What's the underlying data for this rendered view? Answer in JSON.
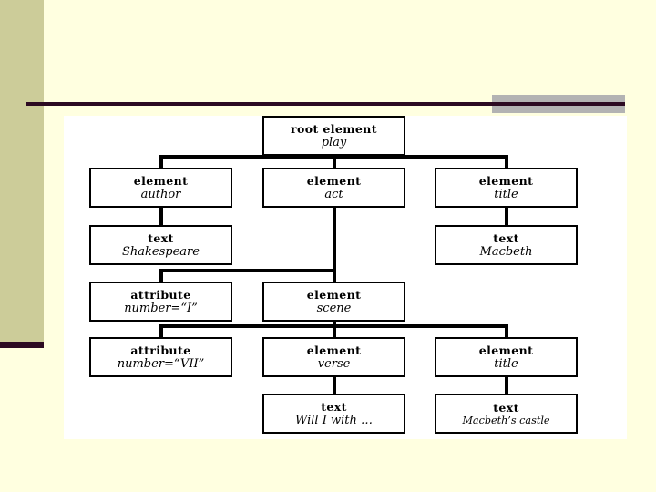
{
  "slide": {
    "background_color": "#ffffe0",
    "sidebar_color": "#cccc99",
    "accent_color": "#2c0a22",
    "gray_block_color": "#b3b3b3",
    "panel_color": "#ffffff"
  },
  "figure": {
    "title": "",
    "nodes": [
      {
        "id": "root",
        "kind": "root element",
        "value": "play",
        "row": 0,
        "col": 1
      },
      {
        "id": "author",
        "kind": "element",
        "value": "author",
        "row": 1,
        "col": 0
      },
      {
        "id": "act",
        "kind": "element",
        "value": "act",
        "row": 1,
        "col": 1
      },
      {
        "id": "title1",
        "kind": "element",
        "value": "title",
        "row": 1,
        "col": 2
      },
      {
        "id": "shakespeare",
        "kind": "text",
        "value": "Shakespeare",
        "row": 2,
        "col": 0
      },
      {
        "id": "macbeth",
        "kind": "text",
        "value": "Macbeth",
        "row": 2,
        "col": 2
      },
      {
        "id": "attrI",
        "kind": "attribute",
        "value": "number=“I”",
        "row": 3,
        "col": 0
      },
      {
        "id": "scene",
        "kind": "element",
        "value": "scene",
        "row": 3,
        "col": 1
      },
      {
        "id": "attrVII",
        "kind": "attribute",
        "value": "number=“VII”",
        "row": 4,
        "col": 0
      },
      {
        "id": "verse",
        "kind": "element",
        "value": "verse",
        "row": 4,
        "col": 1
      },
      {
        "id": "title2",
        "kind": "element",
        "value": "title",
        "row": 4,
        "col": 2
      },
      {
        "id": "willtext",
        "kind": "text",
        "value": "Will I with …",
        "row": 5,
        "col": 1
      },
      {
        "id": "castletext",
        "kind": "text",
        "value": "Macbeth’s castle",
        "row": 5,
        "col": 2
      }
    ],
    "edges": [
      {
        "from": "root",
        "to": "author"
      },
      {
        "from": "root",
        "to": "act"
      },
      {
        "from": "root",
        "to": "title1"
      },
      {
        "from": "author",
        "to": "shakespeare"
      },
      {
        "from": "title1",
        "to": "macbeth"
      },
      {
        "from": "act",
        "to": "attrI"
      },
      {
        "from": "act",
        "to": "scene"
      },
      {
        "from": "scene",
        "to": "attrVII"
      },
      {
        "from": "scene",
        "to": "verse"
      },
      {
        "from": "scene",
        "to": "title2"
      },
      {
        "from": "verse",
        "to": "willtext"
      },
      {
        "from": "title2",
        "to": "castletext"
      }
    ]
  }
}
